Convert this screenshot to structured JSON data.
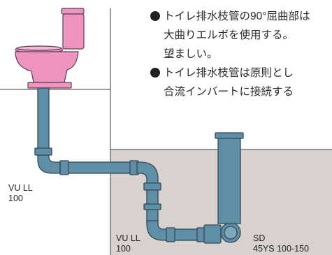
{
  "notes": [
    {
      "lines": [
        "トイレ排水枝管の90°屈曲部は",
        "大曲りエルボを使用する。",
        "望ましい。"
      ]
    },
    {
      "lines": [
        "トイレ排水枝管は原則とし",
        "合流インバートに接続する"
      ]
    }
  ],
  "labels": {
    "pipe_left": {
      "line1": "VU LL",
      "line2": "100"
    },
    "pipe_bottom": {
      "line1": "VU LL",
      "line2": "100"
    },
    "sd_fitting": {
      "line1": "SD",
      "line2": "45YS 100-150"
    }
  },
  "colors": {
    "pipe": "#5f8fa6",
    "pipe_outline": "#334a57",
    "toilet": "#ef93c0",
    "toilet_outline": "#5a4050",
    "ground": "#d9d1cd",
    "line": "#3a3a3a"
  }
}
